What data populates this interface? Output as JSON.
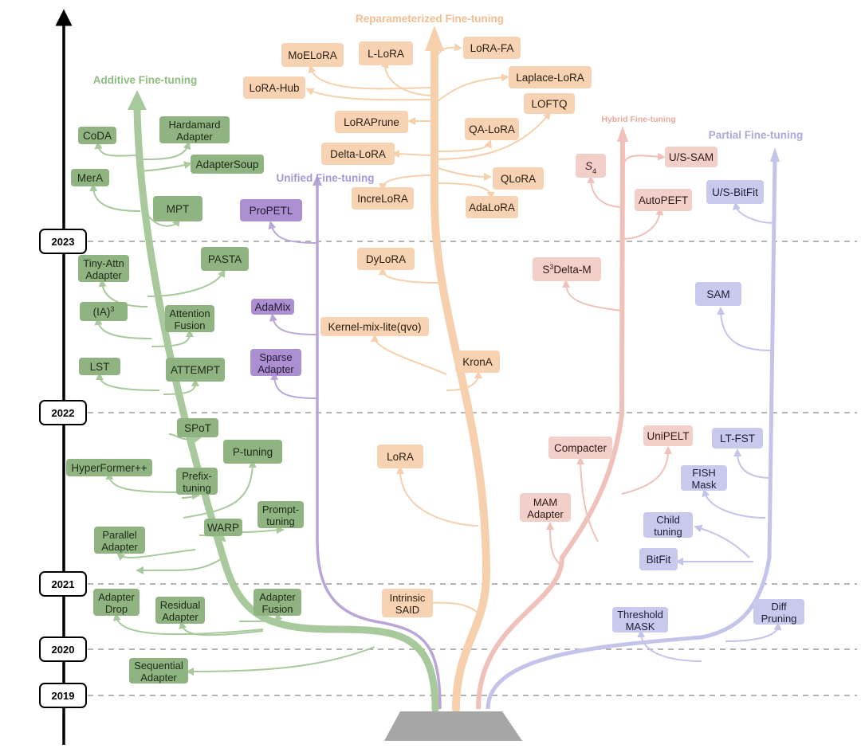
{
  "years": [
    "2019",
    "2020",
    "2021",
    "2022",
    "2023"
  ],
  "categories": [
    {
      "id": "additive",
      "label": "Additive Fine-tuning",
      "color": "#9dbf8f",
      "methods": [
        "CoDA",
        "Hardamard Adapter",
        "AdapterSoup",
        "MerA",
        "MPT",
        "Tiny-Attn Adapter",
        "PASTA",
        "(IA)3",
        "Attention Fusion",
        "LST",
        "ATTEMPT",
        "SPoT",
        "P-tuning",
        "HyperFormer++",
        "Prefix-tuning",
        "Parallel Adapter",
        "WARP",
        "Prompt-tuning",
        "Adapter Drop",
        "Residual Adapter",
        "Adapter Fusion",
        "Sequential Adapter"
      ]
    },
    {
      "id": "unified",
      "label": "Unified Fine-tuning",
      "color": "#b9a6d6",
      "methods": [
        "ProPETL",
        "AdaMix",
        "Sparse Adapter"
      ]
    },
    {
      "id": "reparam",
      "label": "Reparameterized Fine-tuning",
      "color": "#f6cfa8",
      "methods": [
        "MoELoRA",
        "L-LoRA",
        "LoRA-FA",
        "Laplace-LoRA",
        "LoRA-Hub",
        "LOFTQ",
        "LoRAPrune",
        "QA-LoRA",
        "Delta-LoRA",
        "QLoRA",
        "IncreLoRA",
        "AdaLoRA",
        "DyLoRA",
        "Kernel-mix-lite(qvo)",
        "KronA",
        "LoRA",
        "Intrinsic SAID"
      ]
    },
    {
      "id": "hybrid",
      "label": "Hybrid Fine-tuning",
      "color": "#ecb9b2",
      "methods": [
        "S4",
        "U/S-SAM",
        "AutoPEFT",
        "S3Delta-M",
        "Compacter",
        "UniPELT",
        "MAM Adapter"
      ]
    },
    {
      "id": "partial",
      "label": "Partial Fine-tuning",
      "color": "#b8b8e4",
      "methods": [
        "U/S-BitFit",
        "SAM",
        "LT-FST",
        "FISH Mask",
        "Child tuning",
        "BitFit",
        "Threshold MASK",
        "Diff Pruning"
      ]
    }
  ],
  "colors": {
    "additive_box": "#8fb481",
    "additive_stroke": "#a8c99b",
    "additive_text": "#8fbc7f",
    "unified_box": "#ab8fd0",
    "unified_stroke": "#b9a6d6",
    "unified_text": "#a897d6",
    "reparam_box": "#f7d3b3",
    "reparam_stroke": "#f6d0ad",
    "reparam_text": "#f2bd91",
    "hybrid_box": "#f3cfca",
    "hybrid_stroke": "#efc1ba",
    "hybrid_text": "#e9a8a0",
    "partial_box": "#c9c9ee",
    "partial_stroke": "#c4c4ea",
    "partial_text": "#a9a9dc",
    "root": "#a6a6a6",
    "axis": "#000000",
    "dashed": "#9c9c9c"
  }
}
